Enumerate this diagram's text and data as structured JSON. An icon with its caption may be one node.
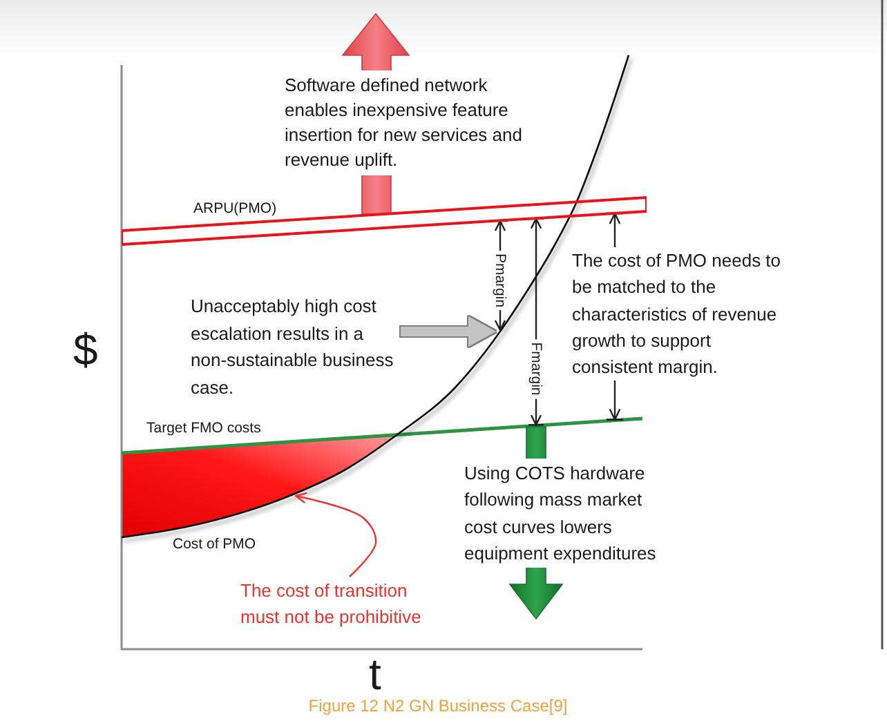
{
  "diagram": {
    "caption": "Figure 12 N2 GN Business Case[9]",
    "nodes": [
      {
        "text": [
          "ARPU(PMO)"
        ]
      },
      {
        "text": [
          "Unacceptably high cost escalation results in a non-sustainable business case."
        ]
      },
      {
        "text": [
          "The cost of PMO needs to be matched to the characteristics of revenue growth to support consistent margin."
        ]
      },
      {
        "text": [
          "The cost of transition must not be prohibitive"
        ]
      }
    ],
    "edges": [
      {
        "from": 1,
        "to": null,
        "arrow": "to",
        "style": "thick",
        "color": "#c4c4c4"
      },
      {
        "from": 2,
        "to": 0,
        "arrow": "to"
      },
      {
        "from": 2,
        "to": null,
        "arrow": "to"
      },
      {
        "from": 3,
        "to": null,
        "arrow": "to",
        "color": "#e8332e"
      }
    ],
    "labels": [
      "Software defined network enables inexpensive feature insertion for new services and revenue uplift.",
      "Pmargin",
      "Fmargin",
      "$",
      "Target FMO costs",
      "Using COTS hardware following mass market cost curves lowers equipment expenditures",
      "Cost of PMO",
      "t"
    ]
  }
}
